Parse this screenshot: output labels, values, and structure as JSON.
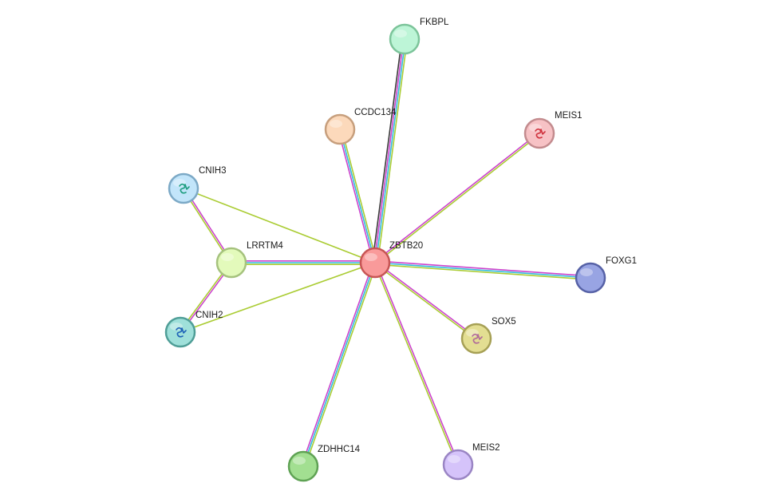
{
  "network": {
    "nodes": [
      {
        "id": "ZBTB20",
        "label": "ZBTB20",
        "fill": "#f99a9a",
        "stroke": "#c75555",
        "glyph": ""
      },
      {
        "id": "FKBPL",
        "label": "FKBPL",
        "fill": "#bdf5d7",
        "stroke": "#7cc49a",
        "glyph": ""
      },
      {
        "id": "CCDC134",
        "label": "CCDC134",
        "fill": "#fcd9bb",
        "stroke": "#c79f7d",
        "glyph": ""
      },
      {
        "id": "MEIS1",
        "label": "MEIS1",
        "fill": "#f7c2c5",
        "stroke": "#c38b8e",
        "glyph": "protein-structure-icon",
        "glyph_color": "#d0343f"
      },
      {
        "id": "CNIH3",
        "label": "CNIH3",
        "fill": "#c2e5fa",
        "stroke": "#7ca9c6",
        "glyph": "protein-structure-icon",
        "glyph_color": "#1f9e80"
      },
      {
        "id": "LRRTM4",
        "label": "LRRTM4",
        "fill": "#e3fabb",
        "stroke": "#a5c27d",
        "glyph": ""
      },
      {
        "id": "CNIH2",
        "label": "CNIH2",
        "fill": "#9fe0da",
        "stroke": "#4f9e97",
        "glyph": "protein-structure-icon",
        "glyph_color": "#1e63b8"
      },
      {
        "id": "FOXG1",
        "label": "FOXG1",
        "fill": "#98a4e3",
        "stroke": "#5661a6",
        "glyph": ""
      },
      {
        "id": "SOX5",
        "label": "SOX5",
        "fill": "#e3de92",
        "stroke": "#a6a055",
        "glyph": "protein-structure-icon",
        "glyph_color": "#b06a9a"
      },
      {
        "id": "ZDHHC14",
        "label": "ZDHHC14",
        "fill": "#a2df91",
        "stroke": "#5fa254",
        "glyph": ""
      },
      {
        "id": "MEIS2",
        "label": "MEIS2",
        "fill": "#d5c3fa",
        "stroke": "#9a85c4",
        "glyph": ""
      }
    ],
    "edges": [
      {
        "source": "ZBTB20",
        "target": "FKBPL",
        "colors": [
          "#3a3a3a",
          "#cc44cc",
          "#33bbdd",
          "#aacc33"
        ]
      },
      {
        "source": "ZBTB20",
        "target": "CCDC134",
        "colors": [
          "#cc44cc",
          "#33bbdd",
          "#aacc33"
        ]
      },
      {
        "source": "ZBTB20",
        "target": "MEIS1",
        "colors": [
          "#cc44cc",
          "#aacc33"
        ]
      },
      {
        "source": "ZBTB20",
        "target": "CNIH3",
        "colors": [
          "#aacc33"
        ]
      },
      {
        "source": "ZBTB20",
        "target": "LRRTM4",
        "colors": [
          "#aacc33",
          "#33bbdd",
          "#cc44cc"
        ]
      },
      {
        "source": "ZBTB20",
        "target": "CNIH2",
        "colors": [
          "#aacc33"
        ]
      },
      {
        "source": "ZBTB20",
        "target": "FOXG1",
        "colors": [
          "#cc44cc",
          "#33bbdd",
          "#aacc33"
        ]
      },
      {
        "source": "ZBTB20",
        "target": "SOX5",
        "colors": [
          "#cc44cc",
          "#aacc33"
        ]
      },
      {
        "source": "ZBTB20",
        "target": "ZDHHC14",
        "colors": [
          "#aacc33",
          "#33bbdd",
          "#cc44cc"
        ]
      },
      {
        "source": "ZBTB20",
        "target": "MEIS2",
        "colors": [
          "#cc44cc",
          "#aacc33"
        ]
      },
      {
        "source": "CNIH3",
        "target": "LRRTM4",
        "colors": [
          "#cc44cc",
          "#aacc33"
        ]
      },
      {
        "source": "LRRTM4",
        "target": "CNIH2",
        "colors": [
          "#cc44cc",
          "#aacc33"
        ]
      }
    ]
  }
}
